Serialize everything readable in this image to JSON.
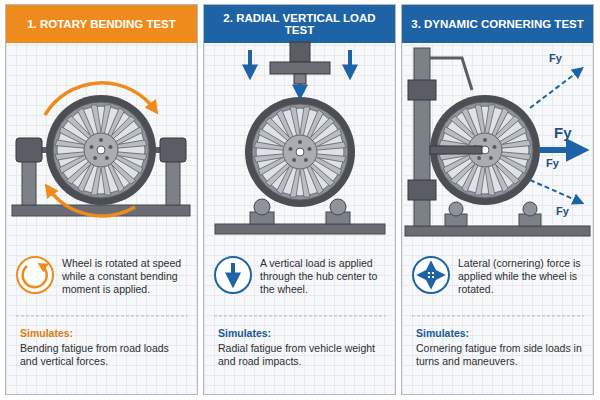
{
  "diagram": {
    "nodes": [
      {
        "text": [
          "1. ROTARY BENDING TEST",
          "Wheel is rotated at speed while a constant bending moment is applied.",
          "Simulates:",
          "Bending fatigue from road loads and vertical forces."
        ]
      },
      {
        "text": [
          "2. RADIAL VERTICAL LOAD TEST",
          "A vertical load is applied through the hub center to the wheel.",
          "Simulates:",
          "Radial fatigue from vehicle weight and road impacts."
        ]
      },
      {
        "text": [
          "3. DYNAMIC CORNERING TEST",
          "Lateral (cornering) force is applied while the wheel is rotated.",
          "Simulates:",
          "Cornering fatigue from side loads in turns and maneuvers."
        ]
      }
    ],
    "labels": [
      "Fy",
      "Fy",
      "Fy",
      "Fy"
    ]
  }
}
